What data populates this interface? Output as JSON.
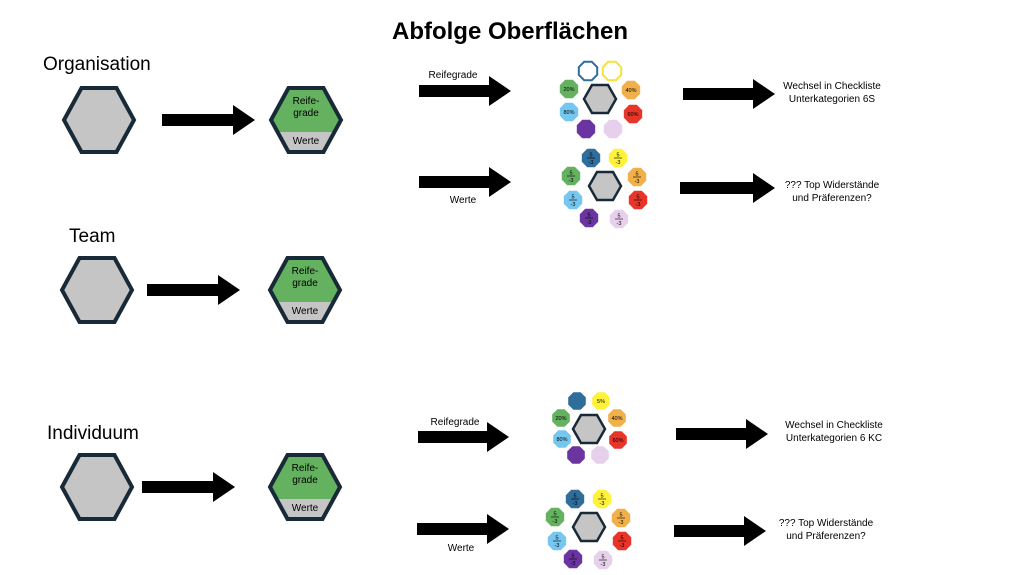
{
  "title": "Abfolge Oberflächen",
  "colors": {
    "hex_gray": "#c5c5c5",
    "hex_border": "#182a38",
    "green": "#64b160",
    "yellow": "#fff23a",
    "orange": "#f2b04b",
    "red": "#e8352a",
    "light_blue": "#75c7f0",
    "purple": "#6a35a1",
    "lavender": "#e6d0ec",
    "dark_blue": "#2f6d9a",
    "outline_blue": "#2f6d9a",
    "outline_yellow": "#f5e23a"
  },
  "sections": [
    {
      "label": "Organisation",
      "top_label": "Reife-\ngrade",
      "bottom_label": "Werte"
    },
    {
      "label": "Team",
      "top_label": "Reife-\ngrade",
      "bottom_label": "Werte"
    },
    {
      "label": "Individuum",
      "top_label": "Reife-\ngrade",
      "bottom_label": "Werte"
    }
  ],
  "flows": [
    {
      "arrow_label": "Reifegrade",
      "cluster": "percent",
      "percents": [
        "20%",
        "40%",
        "80%",
        "60%"
      ],
      "result": "Wechsel in Checkliste\nUnterkategorien 6S"
    },
    {
      "arrow_label": "Werte",
      "cluster": "fraction",
      "fraction": {
        "num": "5",
        "den": "-3"
      },
      "result": "??? Top Widerstände\nund Präferenzen?"
    },
    {
      "arrow_label": "Reifegrade",
      "cluster": "percent2",
      "percents": [
        "5%",
        "20%",
        "40%",
        "80%",
        "60%"
      ],
      "result": "Wechsel in Checkliste\nUnterkategorien 6 KC"
    },
    {
      "arrow_label": "Werte",
      "cluster": "fraction",
      "fraction": {
        "num": "5",
        "den": "-3"
      },
      "result": "??? Top Widerstände\nund Präferenzen?"
    }
  ]
}
